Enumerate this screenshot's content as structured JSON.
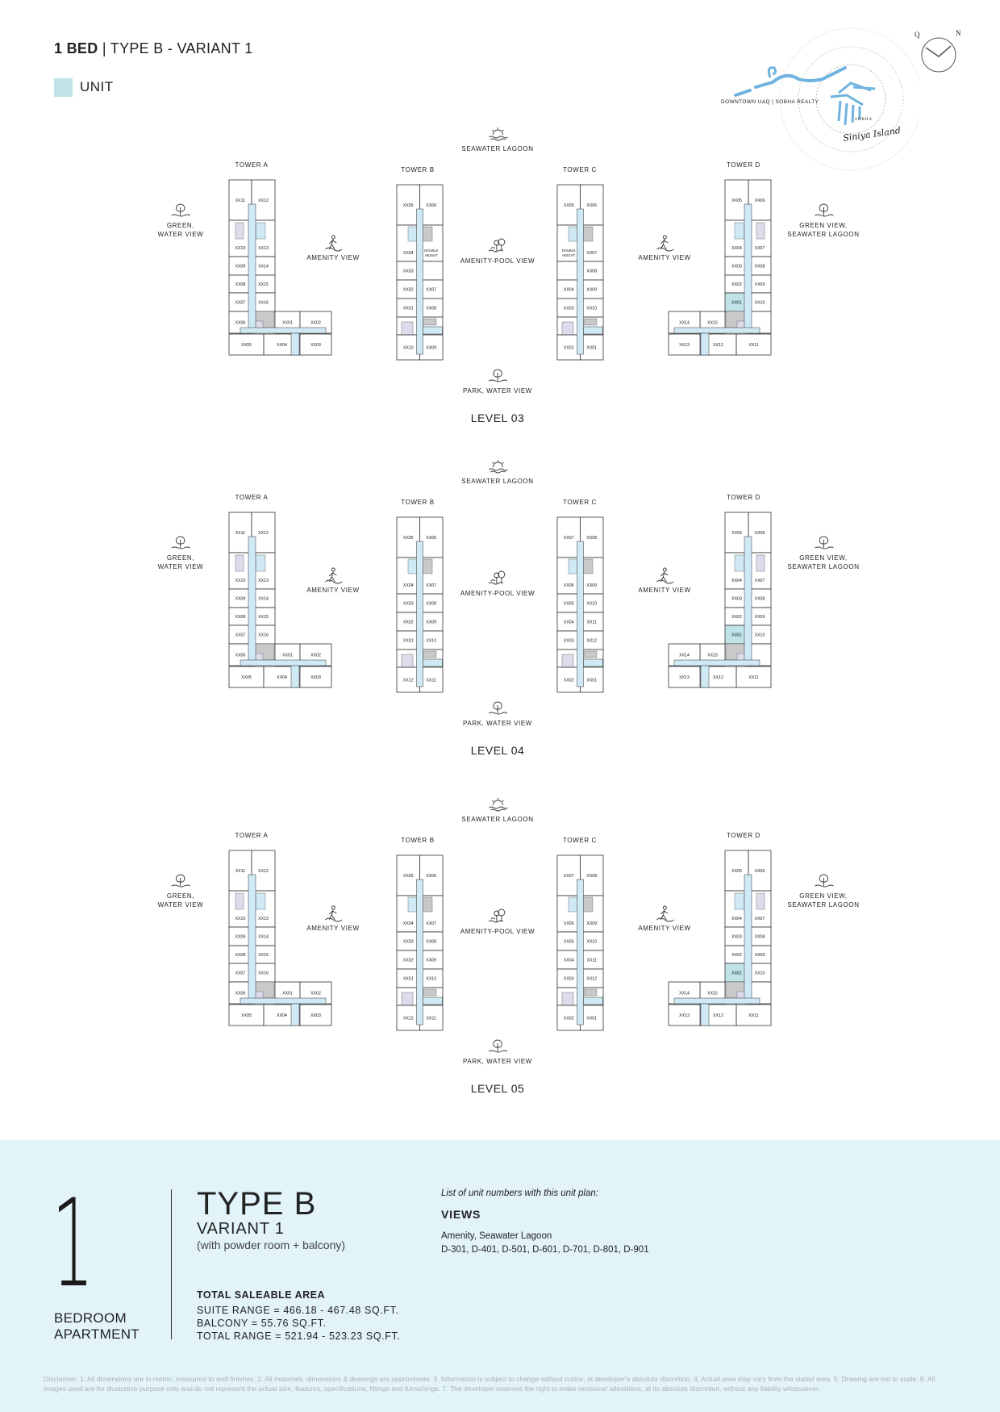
{
  "header": {
    "bed": "1 BED",
    "rest": " | TYPE B - VARIANT 1"
  },
  "legend": {
    "label": "UNIT",
    "color": "#bfe3e6"
  },
  "keymap": {
    "caption": "DOWNTOWN UAQ | SOBHA REALTY",
    "brand": "SOBHA",
    "island": "Siniya Island",
    "compass_left": "Q",
    "compass_right": "N"
  },
  "views": {
    "seawater": "SEAWATER LAGOON",
    "green_water": [
      "GREEN,",
      "WATER VIEW"
    ],
    "amenity": "AMENITY VIEW",
    "amenity_pool": "AMENITY-POOL VIEW",
    "green_seawater": [
      "GREEN VIEW,",
      "SEAWATER LAGOON"
    ],
    "park": "PARK, WATER VIEW"
  },
  "tower_names": [
    "TOWER A",
    "TOWER B",
    "TOWER C",
    "TOWER D"
  ],
  "levels": [
    {
      "title": "LEVEL 03",
      "tower_a": {
        "top_outer": "XX11",
        "top_inner": "XX12",
        "outer": [
          "XX10",
          "XX09",
          "XX08",
          "XX07",
          "XX06"
        ],
        "inner": [
          "XX13",
          "XX14",
          "XX15",
          "XX16"
        ],
        "arm": [
          "XX01",
          "XX02"
        ],
        "bottom": [
          "XX05",
          "XX04",
          "XX03"
        ]
      },
      "tower_b": {
        "top": [
          "XX05",
          "XX06"
        ],
        "left": [
          "XX04",
          "XX03",
          "XX02",
          "XX01"
        ],
        "right": [
          "DOUBLE HEIGHT",
          "",
          "XX07",
          "XX08"
        ],
        "bottom": [
          "XX10",
          "XX09"
        ]
      },
      "tower_c": {
        "top": [
          "XX05",
          "XX06"
        ],
        "left": [
          "DOUBLE HEIGHT",
          "",
          "XX04",
          "XX03"
        ],
        "right": [
          "XX07",
          "XX08",
          "XX09",
          "XX10"
        ],
        "bottom": [
          "XX02",
          "XX01"
        ]
      },
      "tower_d": {
        "top_outer": "XX06",
        "top_inner": "XX05",
        "outer": [
          "XX07",
          "XX08",
          "XX09",
          "XX10",
          ""
        ],
        "inner": [
          "XX04",
          "XX03",
          "XX02",
          "XX01"
        ],
        "arm": [
          "XX15",
          "XX14"
        ],
        "bottom": [
          "XX11",
          "XX12",
          "XX13"
        ],
        "highlight": "XX01"
      }
    },
    {
      "title": "LEVEL 04",
      "tower_a": {
        "top_outer": "XX11",
        "top_inner": "XX12",
        "outer": [
          "XX10",
          "XX09",
          "XX08",
          "XX07",
          "XX06"
        ],
        "inner": [
          "XX13",
          "XX14",
          "XX15",
          "XX16"
        ],
        "arm": [
          "XX01",
          "XX02"
        ],
        "bottom": [
          "XX05",
          "XX04",
          "XX03"
        ]
      },
      "tower_b": {
        "top": [
          "XX05",
          "XX06"
        ],
        "left": [
          "XX04",
          "XX03",
          "XX02",
          "XX01"
        ],
        "right": [
          "XX07",
          "XX08",
          "XX09",
          "XX10"
        ],
        "bottom": [
          "XX12",
          "XX11"
        ]
      },
      "tower_c": {
        "top": [
          "XX07",
          "XX08"
        ],
        "left": [
          "XX06",
          "XX05",
          "XX04",
          "XX03"
        ],
        "right": [
          "XX09",
          "XX10",
          "XX11",
          "XX12"
        ],
        "bottom": [
          "XX02",
          "XX01"
        ]
      },
      "tower_d": {
        "top_outer": "XX06",
        "top_inner": "XX05",
        "outer": [
          "XX07",
          "XX08",
          "XX09",
          "XX10",
          ""
        ],
        "inner": [
          "XX04",
          "XX03",
          "XX02",
          "XX01"
        ],
        "arm": [
          "XX15",
          "XX14"
        ],
        "bottom": [
          "XX11",
          "XX12",
          "XX13"
        ],
        "highlight": "XX01"
      }
    },
    {
      "title": "LEVEL 05",
      "tower_a": {
        "top_outer": "XX11",
        "top_inner": "XX12",
        "outer": [
          "XX10",
          "XX09",
          "XX08",
          "XX07",
          "XX06"
        ],
        "inner": [
          "XX13",
          "XX14",
          "XX15",
          "XX16"
        ],
        "arm": [
          "XX01",
          "XX02"
        ],
        "bottom": [
          "XX05",
          "XX04",
          "XX03"
        ]
      },
      "tower_b": {
        "top": [
          "XX05",
          "XX06"
        ],
        "left": [
          "XX04",
          "XX03",
          "XX02",
          "XX01"
        ],
        "right": [
          "XX07",
          "XX08",
          "XX09",
          "XX10"
        ],
        "bottom": [
          "XX12",
          "XX11"
        ]
      },
      "tower_c": {
        "top": [
          "XX07",
          "XX08"
        ],
        "left": [
          "XX06",
          "XX05",
          "XX04",
          "XX03"
        ],
        "right": [
          "XX09",
          "XX10",
          "XX11",
          "XX12"
        ],
        "bottom": [
          "XX02",
          "XX01"
        ]
      },
      "tower_d": {
        "top_outer": "XX06",
        "top_inner": "XX05",
        "outer": [
          "XX07",
          "XX08",
          "XX09",
          "XX10",
          ""
        ],
        "inner": [
          "XX04",
          "XX03",
          "XX02",
          "XX01"
        ],
        "arm": [
          "XX15",
          "XX14"
        ],
        "bottom": [
          "XX11",
          "XX12",
          "XX13"
        ],
        "highlight": "XX01"
      }
    }
  ],
  "summary": {
    "bedrooms": "1",
    "bed_line1": "BEDROOM",
    "bed_line2": "APARTMENT",
    "type": "TYPE B",
    "variant": "VARIANT 1",
    "variant_note": "(with powder room + balcony)",
    "area_title": "TOTAL SALEABLE AREA",
    "suite_range": "SUITE RANGE = 466.18 - 467.48 SQ.FT.",
    "balcony": "BALCONY = 55.76 SQ.FT.",
    "total_range": "TOTAL RANGE = 521.94 - 523.23 SQ.FT.",
    "list_label": "List of unit numbers with this unit plan:",
    "views_title": "VIEWS",
    "views_value": "Amenity, Seawater Lagoon",
    "unit_numbers": "D-301, D-401, D-501, D-601, D-701, D-801, D-901"
  },
  "disclaimer": "Disclaimer: 1. All dimensions are in metric, measured to wall finishes. 2. All materials, dimensions & drawings are approximate. 3. Information is subject to change without notice, at developer's absolute discretion. 4. Actual area may vary from the stated area. 5. Drawing are not to scale. 6. All images used are for illustrative purpose only and do not represent the actual size, features, specifications, fittings and furnishings. 7. The developer reserves the right to make revisions/ alterations, at its absolute discretion, without any liability whatsoever.",
  "colors": {
    "corridor": "#cfe9f5",
    "unit_highlight": "#bfe3e6",
    "core": "#c9c9c9",
    "service": "#dddcec",
    "footer_bg": "#e2f3fa"
  }
}
